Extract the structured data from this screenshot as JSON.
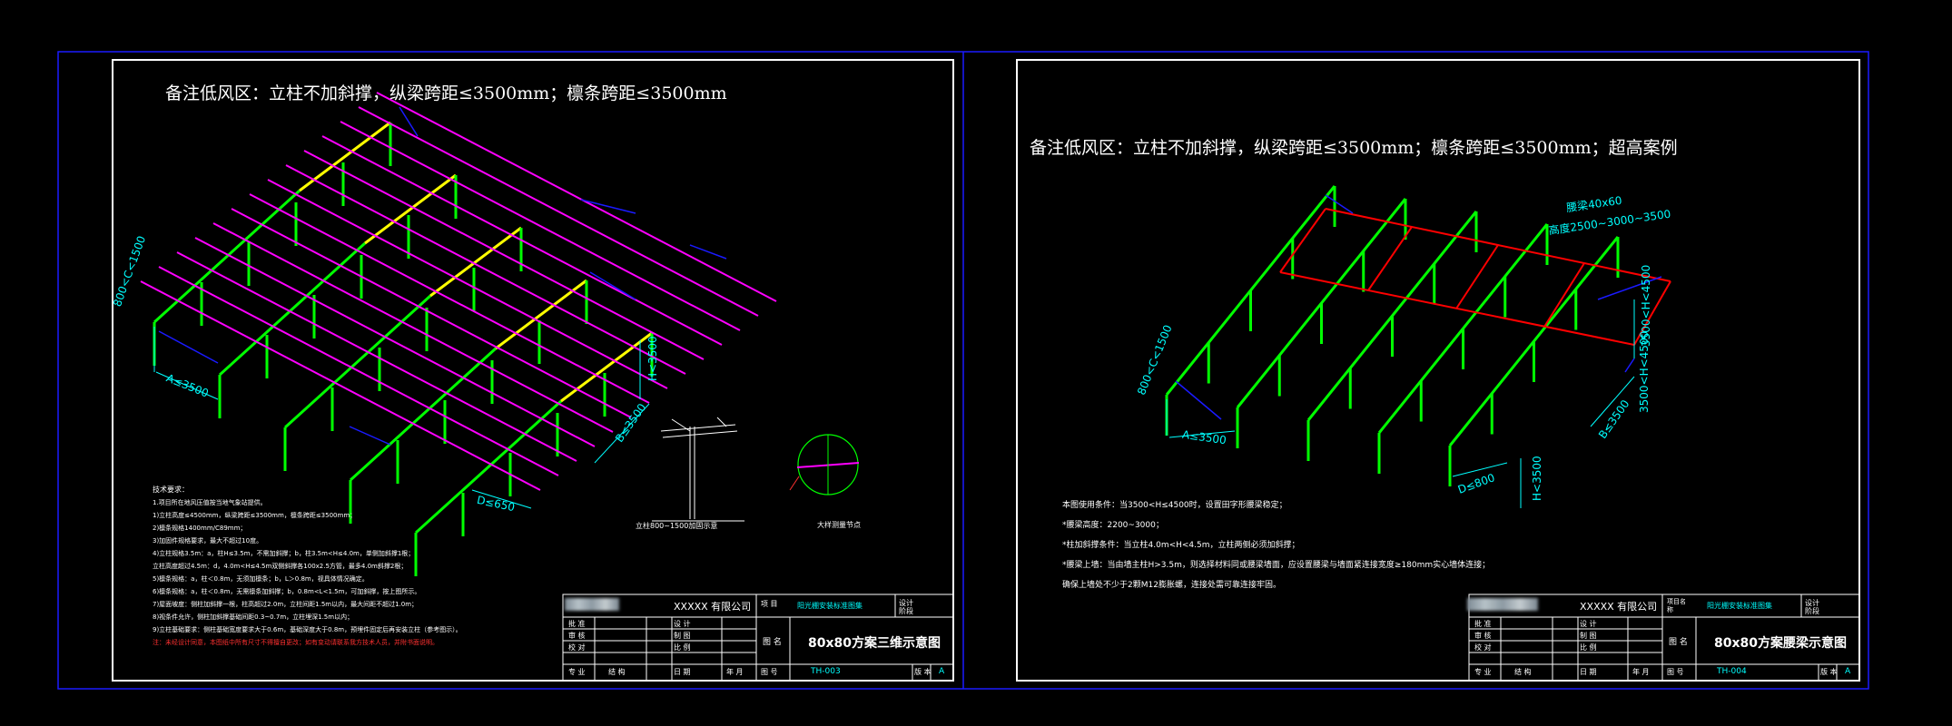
{
  "colors": {
    "background": "#000000",
    "outer_frame": "#1a1aff",
    "sheet_border": "#ffffff",
    "column": "#00ff00",
    "purlin": "#ff00ff",
    "rafter_top": "#ffff00",
    "brace": "#1a1aff",
    "waist_beam": "#ff0000",
    "dimension": "#00ffff",
    "red_note": "#ff3030"
  },
  "left_sheet": {
    "title": "备注低风区：立柱不加斜撑，纵梁跨距≤3500mm；檩条跨距≤3500mm",
    "dims": {
      "c_range": "800<C<1500",
      "a_span": "A≤3500",
      "h": "H<3500",
      "b_span": "B≤3500",
      "d": "D≤650"
    },
    "detail_caption_1": "立柱800~1500加固示意",
    "detail_caption_2": "大样测量节点",
    "notes_title": "技术要求：",
    "notes": [
      "1.项目所在地风压值按当地气象站提供。",
      "1)立柱高度≤4500mm，纵梁跨距≤3500mm，檩条跨距≤3500mm；",
      "2)檩条规格1400mm/C89mm；",
      "3)加固件规格要求，最大不超过10度。",
      "4)立柱规格3.5m：a，柱H≤3.5m，不需加斜撑；b，柱3.5m<H≤4.0m，单侧加斜撑1根；",
      "   立柱高度超过4.5m：d，4.0m<H≤4.5m双侧斜撑各100x2.5方管，最多4.0m斜撑2根；",
      "5)檩条规格：a，柱＜0.8m，无须加檩条；b，L＞0.8m，视具体情况确定。",
      "6)檩条规格：a，柱＜0.8m，无需檩条加斜撑；b，0.8m<L<1.5m，可加斜撑，按上图所示。",
      "7)屋面坡度：侧柱加斜撑一根，柱高超过2.0m，立柱间距1.5m以内，最大间距不超过1.0m；",
      "8)视条件允许，侧柱加斜撑基础间距0.3~0.7m，立柱埋深1.5m以内；",
      "9)立柱基础要求：侧柱基础宽度要求大于0.6m，基础深度大于0.8m，预埋件固定后再安装立柱（参考图示）。"
    ],
    "red_note": "注：未经设计同意，本图纸中所有尺寸不得擅自更改；如有变动请联系我方技术人员，并附书面说明。",
    "title_block": {
      "company": "XXXXX 有限公司",
      "project_label": "项 目",
      "project_name": "阳光棚安装标准图集",
      "stage_label": "设计阶段",
      "drawing_name_label": "图 名",
      "drawing_name": "80x80方案三维示意图",
      "rows": [
        "批 准",
        "审 核",
        "校 对"
      ],
      "right_rows": [
        "设 计",
        "制 图",
        "比 例"
      ],
      "bottom": [
        "专 业",
        "结 构",
        "日 期",
        "年 月"
      ],
      "drawing_no_label": "图 号",
      "drawing_no": "TH-003",
      "version_label": "版 本",
      "version": "A"
    }
  },
  "right_sheet": {
    "title": "备注低风区：立柱不加斜撑，纵梁跨距≤3500mm；檩条跨距≤3500mm；超高案例",
    "dims": {
      "waist_beam_spec": "腰梁40x60",
      "waist_beam_height": "高度2500~3000~3500",
      "h_range_1": "3500<H<4500",
      "h_range_2": "3500<H<4500",
      "c_range": "800<C<1500",
      "a_span": "A≤3500",
      "b_span": "B≤3500",
      "h": "H<3500",
      "d": "D≤800"
    },
    "notes": [
      "本图使用条件：当3500<H≤4500时，设置田字形腰梁稳定；",
      "*腰梁高度：2200~3000；",
      "*柱加斜撑条件：当立柱4.0m<H<4.5m，立柱两侧必须加斜撑；",
      "*腰梁上墙：当由墙主柱H>3.5m，则选择材料同或腰梁墙面，应设置腰梁与墙面紧连接宽度≥180mm实心墙体连接；",
      "确保上墙处不少于2颗M12膨胀螺，连接处需可靠连接牢固。"
    ],
    "title_block": {
      "company": "XXXXX 有限公司",
      "project_label": "项目名称",
      "project_name": "阳光棚安装标准图集",
      "stage_label": "设计阶段",
      "drawing_name_label": "图 名",
      "drawing_name": "80x80方案腰梁示意图",
      "rows": [
        "批 准",
        "审 核",
        "校 对"
      ],
      "right_rows": [
        "设 计",
        "制 图",
        "比 例"
      ],
      "bottom": [
        "专 业",
        "结 构",
        "日 期",
        "年 月"
      ],
      "drawing_no_label": "图 号",
      "drawing_no": "TH-004",
      "version_label": "版 本",
      "version": "A"
    }
  }
}
